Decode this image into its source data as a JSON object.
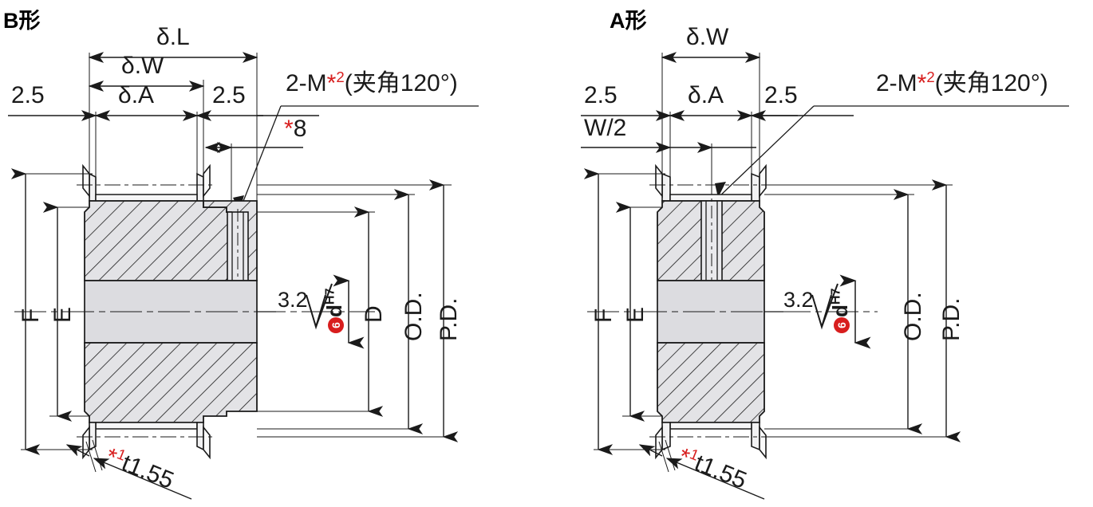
{
  "drawing": {
    "title_left": "B形",
    "title_right": "A形",
    "accent_red": "#d81e1e",
    "line_color": "#1a1a1a",
    "hatch_fill": "#e3e3e6",
    "bore_fill": "#dcdce0"
  },
  "views": [
    {
      "id": "b-type",
      "name": "B形",
      "title": "B形",
      "horizontal_dimensions": [
        {
          "label": "δ.L",
          "name": "delta-L"
        },
        {
          "label": "δ.W",
          "name": "delta-W"
        },
        {
          "label": "δ.A",
          "name": "delta-A"
        },
        {
          "label": "2.5",
          "name": "clearance-left"
        },
        {
          "label": "2.5",
          "name": "clearance-right"
        },
        {
          "label": "8",
          "name": "thread-depth",
          "asterisk": "*"
        }
      ],
      "vertical_dimensions": [
        {
          "label": "F",
          "name": "flange-diameter-F"
        },
        {
          "label": "E",
          "name": "hub-diameter-E"
        },
        {
          "label": "D",
          "name": "hub-diameter-D"
        },
        {
          "label": "O.D.",
          "name": "outside-diameter"
        },
        {
          "label": "P.D.",
          "name": "pitch-diameter"
        }
      ],
      "annotations": [
        {
          "label": "2-M",
          "sup": "2",
          "suffix": "(夹角120°)",
          "name": "tapped-hole-note"
        },
        {
          "label": "3.2",
          "name": "surface-roughness-note"
        },
        {
          "label": "d",
          "sub": "H7",
          "circle": "6",
          "name": "bore-tolerance-note"
        },
        {
          "label": "t1.55",
          "sup": "1",
          "name": "flange-thickness-note"
        }
      ]
    },
    {
      "id": "a-type",
      "name": "A形",
      "title": "A形",
      "horizontal_dimensions": [
        {
          "label": "δ.W",
          "name": "delta-W"
        },
        {
          "label": "δ.A",
          "name": "delta-A"
        },
        {
          "label": "2.5",
          "name": "clearance-left"
        },
        {
          "label": "2.5",
          "name": "clearance-right"
        },
        {
          "label": "W/2",
          "name": "half-width"
        }
      ],
      "vertical_dimensions": [
        {
          "label": "F",
          "name": "flange-diameter-F"
        },
        {
          "label": "E",
          "name": "hub-diameter-E"
        },
        {
          "label": "O.D.",
          "name": "outside-diameter"
        },
        {
          "label": "P.D.",
          "name": "pitch-diameter"
        }
      ],
      "annotations": [
        {
          "label": "2-M",
          "sup": "2",
          "suffix": "(夹角120°)",
          "name": "tapped-hole-note"
        },
        {
          "label": "3.2",
          "name": "surface-roughness-note"
        },
        {
          "label": "d",
          "sub": "H7",
          "circle": "6",
          "name": "bore-tolerance-note"
        },
        {
          "label": "t1.55",
          "sup": "1",
          "name": "flange-thickness-note"
        }
      ]
    }
  ],
  "labels": {
    "b": {
      "title": "B形",
      "deltaL": "δ.L",
      "deltaW": "δ.W",
      "deltaA": "δ.A",
      "c25_left": "2.5",
      "c25_right": "2.5",
      "star8_star": "*",
      "star8_num": "8",
      "thread_pre": "2-M",
      "thread_star": "*",
      "thread_sup": "2",
      "thread_post": "(夹角120°)",
      "F": "F",
      "E": "E",
      "D": "D",
      "OD": "O.D.",
      "PD": "P.D.",
      "rough": "3.2",
      "bore_d": "d",
      "bore_sub": "H7",
      "bore_circle": "6",
      "t_star": "*",
      "t_sup": "1",
      "t_val": "t1.55"
    },
    "a": {
      "title": "A形",
      "deltaW": "δ.W",
      "deltaA": "δ.A",
      "c25_left": "2.5",
      "c25_right": "2.5",
      "w2": "W/2",
      "thread_pre": "2-M",
      "thread_star": "*",
      "thread_sup": "2",
      "thread_post": "(夹角120°)",
      "F": "F",
      "E": "E",
      "OD": "O.D.",
      "PD": "P.D.",
      "rough": "3.2",
      "bore_d": "d",
      "bore_sub": "H7",
      "bore_circle": "6",
      "t_star": "*",
      "t_sup": "1",
      "t_val": "t1.55"
    }
  }
}
